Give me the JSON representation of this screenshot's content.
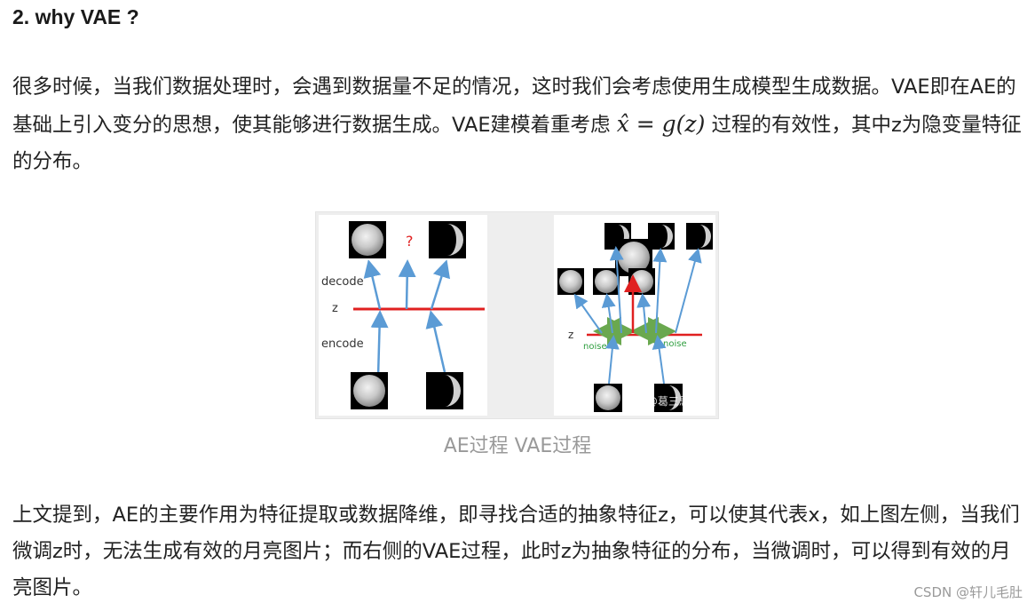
{
  "heading": "2. why VAE ?",
  "paragraph1": {
    "part1": "很多时候，当我们数据处理时，会遇到数据量不足的情况，这时我们会考虑使用生成模型生成数据。VAE即在AE的基础上引入变分的思想，使其能够进行数据生成。VAE建模着重考虑 ",
    "math": "x̂ = g(z)",
    "part2": " 过程的有效性，其中z为隐变量特征的分布。"
  },
  "figure": {
    "left_panel": {
      "decode_label": "decode",
      "z_label": "z",
      "encode_label": "encode",
      "question_mark": "?"
    },
    "right_panel": {
      "z_label": "z",
      "noise_label_left": "noise",
      "noise_label_right": "noise",
      "image_watermark": "知乎 @葛三思"
    },
    "colors": {
      "arrow_blue": "#5b9bd5",
      "z_line_red": "#e02020",
      "noise_green": "#6aa84f",
      "question_red": "#e02020",
      "noise_text_green": "#2e9e3e"
    }
  },
  "caption": "AE过程 VAE过程",
  "paragraph2": "上文提到，AE的主要作用为特征提取或数据降维，即寻找合适的抽象特征z，可以使其代表x，如上图左侧，当我们微调z时，无法生成有效的月亮图片；而右侧的VAE过程，此时z为抽象特征的分布，当微调时，可以得到有效的月亮图片。",
  "watermark": "CSDN @轩儿毛肚"
}
